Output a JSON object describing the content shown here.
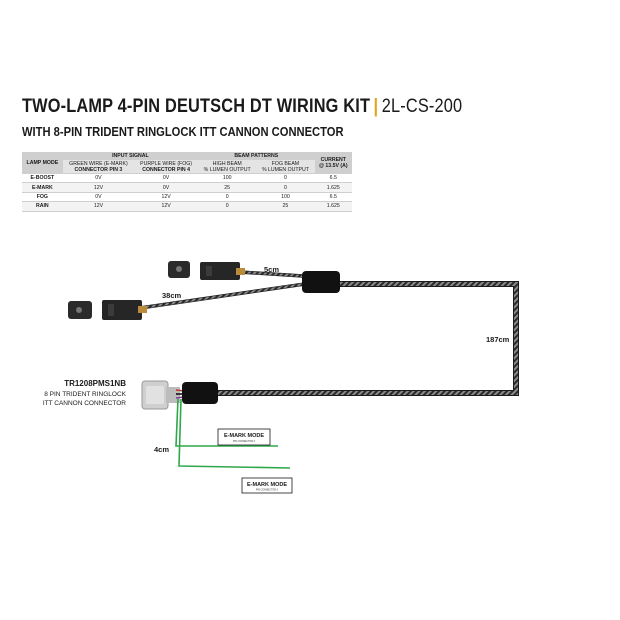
{
  "header": {
    "title": "TWO-LAMP 4-PIN DEUTSCH DT WIRING KIT",
    "separator": "|",
    "code": "2L-CS-200",
    "subtitle": "WITH 8-PIN TRIDENT RINGLOCK ITT CANNON CONNECTOR"
  },
  "table": {
    "group_headers": {
      "input_signal": "INPUT SIGNAL",
      "beam_patterns": "BEAM PATTERNS"
    },
    "columns": {
      "lamp_mode": "LAMP MODE",
      "green_wire_1": "GREEN WIRE (E-MARK)",
      "green_wire_2": "CONNECTOR PIN 3",
      "purple_wire_1": "PURPLE WIRE (FOG)",
      "purple_wire_2": "CONNECTOR PIN 4",
      "high_beam_1": "HIGH BEAM",
      "high_beam_2": "% LUMEN OUTPUT",
      "fog_beam_1": "FOG BEAM",
      "fog_beam_2": "% LUMEN OUTPUT",
      "current_1": "CURRENT",
      "current_2": "@ 13.5V (A)"
    },
    "rows": [
      {
        "mode": "E-BOOST",
        "green": "0V",
        "purple": "0V",
        "high": "100",
        "fog": "0",
        "current": "6.5"
      },
      {
        "mode": "E-MARK",
        "green": "12V",
        "purple": "0V",
        "high": "25",
        "fog": "0",
        "current": "1.625"
      },
      {
        "mode": "FOG",
        "green": "0V",
        "purple": "12V",
        "high": "0",
        "fog": "100",
        "current": "6.5"
      },
      {
        "mode": "RAIN",
        "green": "12V",
        "purple": "12V",
        "high": "0",
        "fog": "25",
        "current": "1.625"
      }
    ]
  },
  "diagram": {
    "length_short_branch": "5cm",
    "length_long_branch": "38cm",
    "length_main_run": "187cm",
    "length_signal_wires": "4cm",
    "connector_part": "TR1208PMS1NB",
    "connector_desc_1": "8 PIN TRIDENT RINGLOCK",
    "connector_desc_2": "ITT CANNON CONNECTOR",
    "emark_tag_1_title": "E-MARK MODE",
    "emark_tag_1_sub": "PIN CONNECTOR 3",
    "emark_tag_2_title": "E-MARK MODE",
    "emark_tag_2_sub": "PIN CONNECTOR 3",
    "colors": {
      "accent": "#e2a51c",
      "green_wire": "#2fa84a",
      "loom": "#1b1b1b",
      "table_header": "#cfcfcf"
    }
  }
}
